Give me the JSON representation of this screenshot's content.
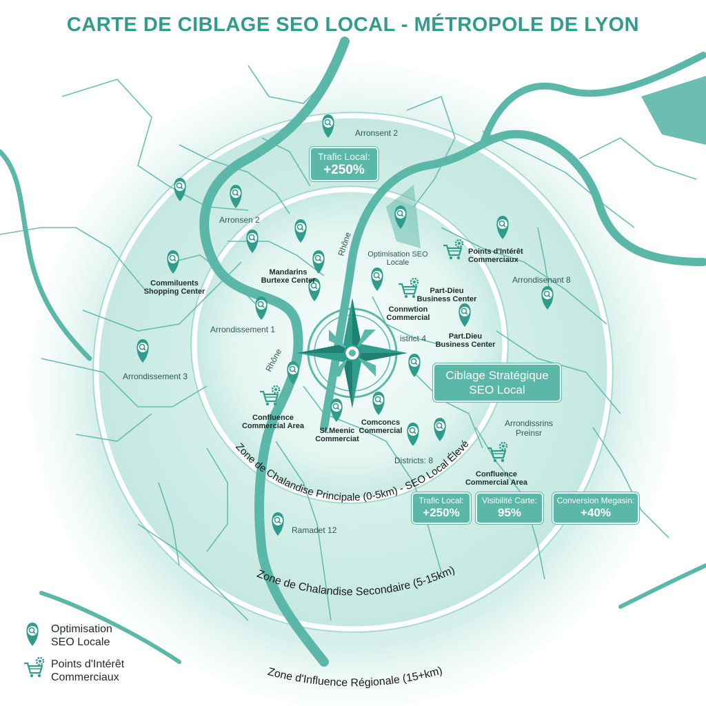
{
  "title": "CARTE DE CIBLAGE SEO LOCAL - MÉTROPOLE DE LYON",
  "colors": {
    "accent": "#2f9c8c",
    "teal": "#5bb7a8",
    "zone_fill": "#bfe6df"
  },
  "rivers": {
    "rhone_1": "Rhône",
    "rhone_2": "Rhône"
  },
  "zones": {
    "primary": "Zone de Chalandise Principale (0-5km) - SEO Local Élevé",
    "secondary": "Zone de Chalandise Secondaire (5-15km)",
    "regional": "Zone d'Influence Régionale (15+km)"
  },
  "districts": {
    "arronsent_2": "Arronsent 2",
    "arronsen_2": "Arronsen 2",
    "arrondissement_1": "Arrondissement 1",
    "arrondissement_3": "Arrondissement 3",
    "arrondisenant_8": "Arrondisenant 8",
    "istrict_4": "istrict 4",
    "arrondissrins_1": "Arrondissrins",
    "arrondissrins_2": "Preinsr",
    "districts_8": "Districts: 8",
    "ramadet_12": "Ramadet 12"
  },
  "places": {
    "optimisation_1": "Optimisation SEO",
    "optimisation_2": "Locale",
    "mandarins_1": "Mandarins",
    "mandarins_2": "Burtexe Center",
    "commiluents_1": "Commiluents",
    "commiluents_2": "Shopping Center",
    "poi_top_1": "Points d'Intérêt",
    "poi_top_2": "Commerciaux",
    "partdieu_a_1": "Part-Dieu",
    "partdieu_a_2": "Business Center",
    "connwtion_1": "Connwtion",
    "connwtion_2": "Commercial",
    "partdieu_b_1": "Part.Dieu",
    "partdieu_b_2": "Business Center",
    "confluence_a_1": "Confluence",
    "confluence_a_2": "Commercial Area",
    "slmeenic_1": "Sl.Meenic",
    "slmeenic_2": "Commerciat",
    "comconcs_1": "Comconcs",
    "comconcs_2": "Commercial",
    "confluence_b_1": "Confluence",
    "confluence_b_2": "Commercial Area"
  },
  "callouts": {
    "trafic_top": {
      "line1": "Trafic Local:",
      "line2": "+250%"
    },
    "ciblage": {
      "line1": "Ciblage Stratégique",
      "line2": "SEO Local"
    },
    "trafic": {
      "line1": "Trafic Local:",
      "line2": "+250%"
    },
    "visibilite": {
      "line1": "Visibilité Carte:",
      "line2": "95%"
    },
    "conversion": {
      "line1": "Conversion Megasin:",
      "line2": "+40%"
    }
  },
  "legend": {
    "seo_1": "Optimisation",
    "seo_2": "SEO Locale",
    "poi_1": "Points d'Intérêt",
    "poi_2": "Commerciaux"
  },
  "icons": {
    "seo_marker": "search-pin-icon",
    "poi_marker": "shopping-cart-gear-icon",
    "center": "compass-rose-icon"
  }
}
